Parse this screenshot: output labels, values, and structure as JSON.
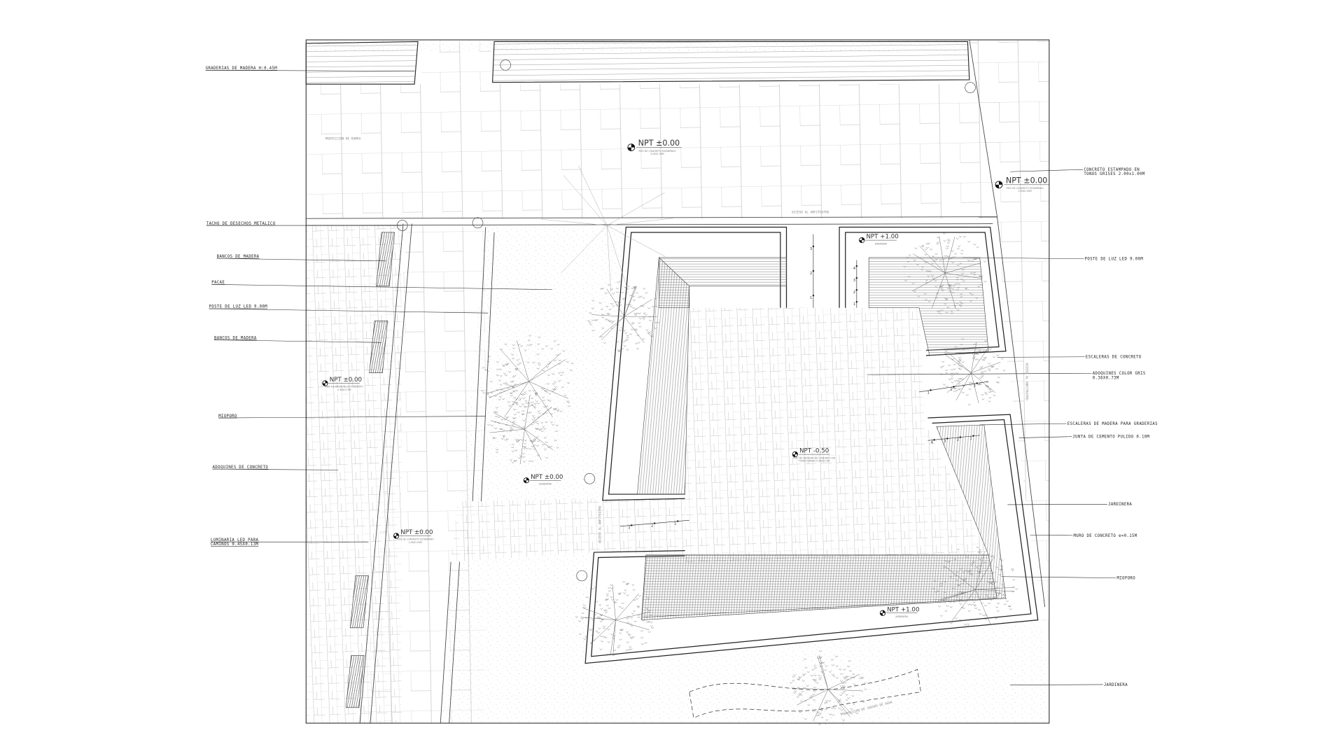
{
  "callouts_left": [
    {
      "lines": [
        "GRADERIAS DE MADERA H:0.45M"
      ]
    },
    {
      "lines": [
        "TACHO DE DESECHOS METALICO"
      ]
    },
    {
      "lines": [
        "BANCOS DE MADERA"
      ]
    },
    {
      "lines": [
        "PACAE"
      ]
    },
    {
      "lines": [
        "POSTE DE LUZ LED 9.00M"
      ]
    },
    {
      "lines": [
        "BANCOS DE MADERA"
      ]
    },
    {
      "lines": [
        "MIOPORO"
      ]
    },
    {
      "lines": [
        "ADOQUINES DE CONCRETO"
      ]
    },
    {
      "lines": [
        "LUMINARIA LED PARA",
        "CAMINOS 0.45X0.13M"
      ]
    }
  ],
  "callouts_right": [
    {
      "lines": [
        "CONCRETO ESTAMPADO EN",
        "TONOS GRISES 2.00x1.00M"
      ]
    },
    {
      "lines": [
        "POSTE DE LUZ LED 9.00M"
      ]
    },
    {
      "lines": [
        "ESCALERAS DE CONCRETO"
      ]
    },
    {
      "lines": [
        "ADOQUINES COLOR GRIS",
        "0.36X0.73M"
      ]
    },
    {
      "lines": [
        "ESCALERAS DE MADERA PARA GRADERIAS"
      ]
    },
    {
      "lines": [
        "JUNTA DE CEMENTO PULIDO 0.10M"
      ]
    },
    {
      "lines": [
        "JARDINERA"
      ]
    },
    {
      "lines": [
        "MURO DE CONCRETO e=0.15M"
      ]
    },
    {
      "lines": [
        "MIOPORO"
      ]
    },
    {
      "lines": [
        "JARDINERA"
      ]
    }
  ],
  "annotations": [
    "PROYECCIÓN DE RAMPA",
    "ACCESO AL ANFITEATRO",
    "ACCESO AL ANFITEATRO",
    "ACCESO AL ANFITEATRO",
    "PROYECCIÓN DE JUEGOS DE AGUA"
  ],
  "levels": [
    {
      "value": "NPT ±0.00",
      "desc": [
        "PISO DE CONCRETO ESTAMPADO",
        "2.00X1.00M"
      ]
    },
    {
      "value": "NPT ±0.00",
      "desc": [
        "PISO DE CONCRETO ESTAMPADO",
        "2.00X1.00M"
      ]
    },
    {
      "value": "NPT ±0.00",
      "desc": [
        "PISO DE ADOQUIN DE CONCRETO",
        "0.36X0.73M"
      ]
    },
    {
      "value": "NPT ±0.00",
      "desc": [
        "PISO DE CONCRETO ESTAMPADO",
        "2.00X1.00M"
      ]
    },
    {
      "value": "NPT ±0.00",
      "desc": [
        "JARDINERA"
      ]
    },
    {
      "value": "NPT +1.00",
      "desc": [
        "JARDINERA"
      ]
    },
    {
      "value": "NPT -0.50",
      "desc": [
        "PISO DE ADOQUIN DE CONCRETO EN",
        "TONOS GRISES 0.36X0.73M"
      ]
    },
    {
      "value": "NPT +1.00",
      "desc": [
        "JARDINERA"
      ]
    }
  ],
  "stairs": [
    {
      "steps": [
        "3",
        "2",
        "1"
      ]
    },
    {
      "steps": [
        "4",
        "3",
        "2",
        "1"
      ]
    },
    {
      "steps": [
        "3",
        "2",
        "1"
      ]
    },
    {
      "steps": [
        "1",
        "2",
        "3",
        "4"
      ]
    },
    {
      "steps": [
        "3",
        "2",
        "1"
      ]
    }
  ]
}
